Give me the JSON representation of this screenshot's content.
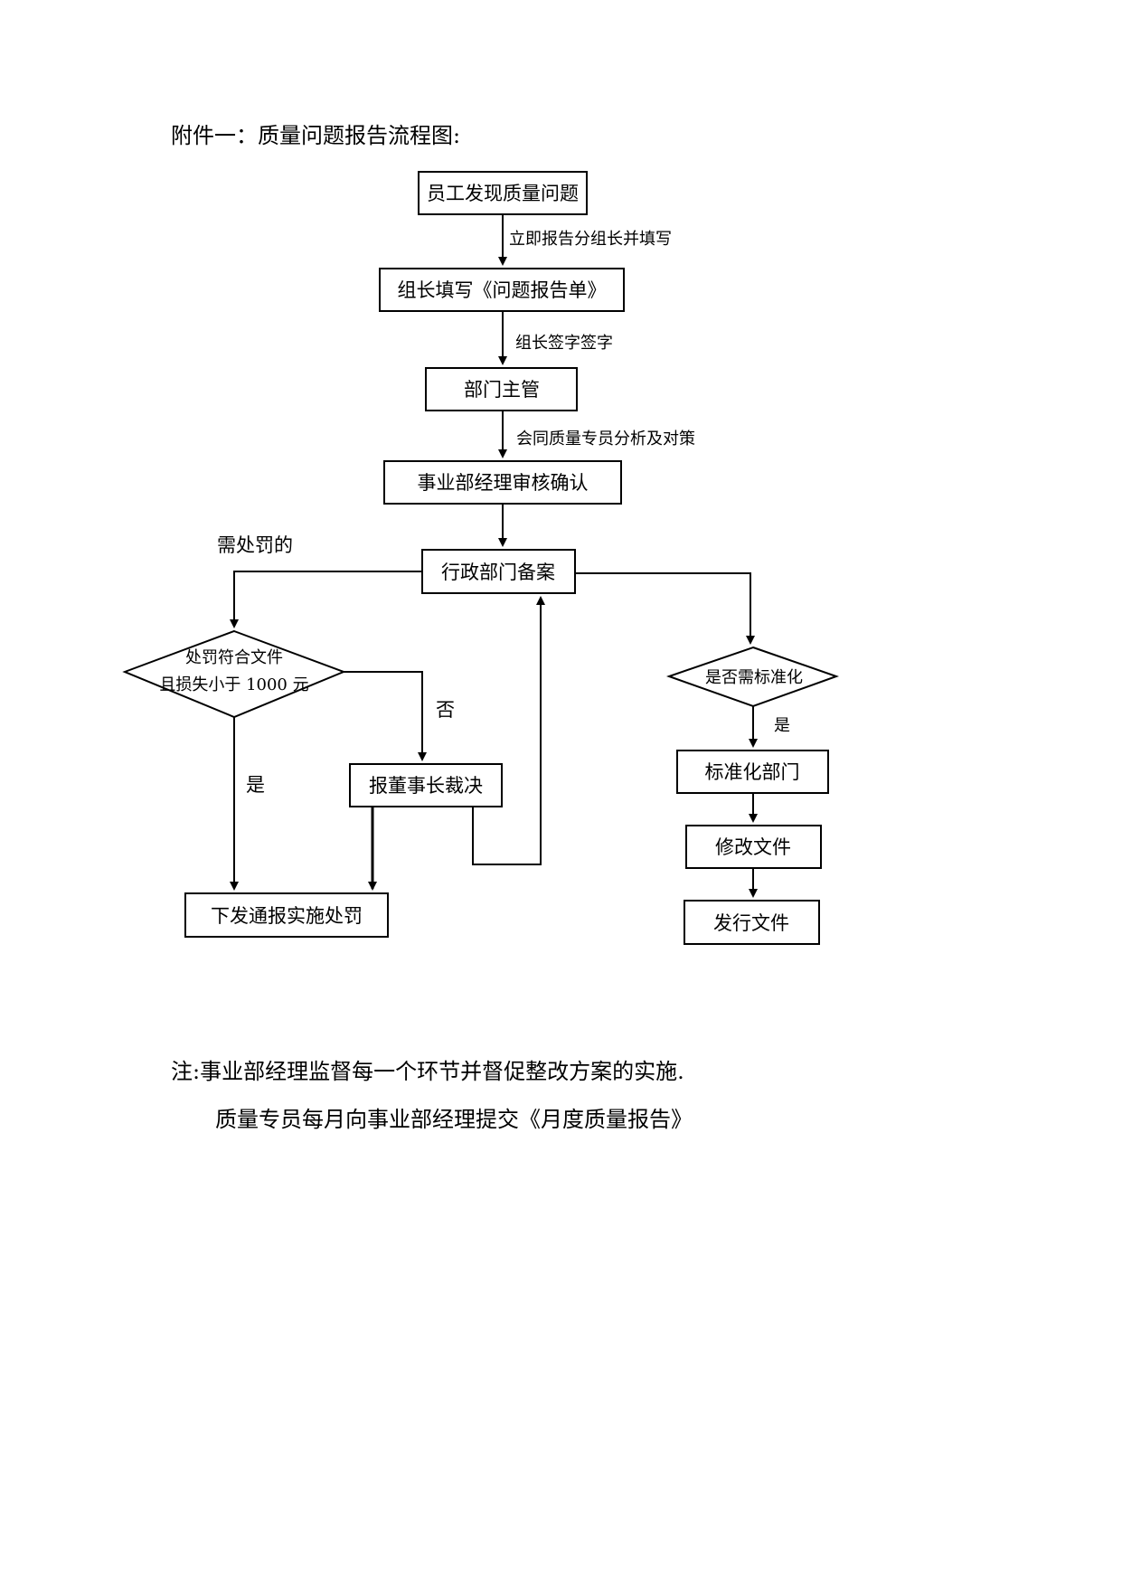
{
  "title": "附件一：质量问题报告流程图:",
  "nodes": {
    "n1": "员工发现质量问题",
    "n2": "组长填写《问题报告单》",
    "n3": "部门主管",
    "n4": "事业部经理审核确认",
    "n5": "行政部门备案",
    "d1_line1": "处罚符合文件",
    "d1_line2": "且损失小于 1000 元",
    "d2": "是否需标准化",
    "n6": "报董事长裁决",
    "n7": "下发通报实施处罚",
    "n8": "标准化部门",
    "n9": "修改文件",
    "n10": "发行文件"
  },
  "edges": {
    "e1": "立即报告分组长并填写",
    "e2": "组长签字签字",
    "e3": "会同质量专员分析及对策",
    "penalty": "需处罚的",
    "no": "否",
    "yes_left": "是",
    "yes_right": "是"
  },
  "notes": {
    "line1": "注:事业部经理监督每一个环节并督促整改方案的实施.",
    "line2": "质量专员每月向事业部经理提交《月度质量报告》"
  }
}
